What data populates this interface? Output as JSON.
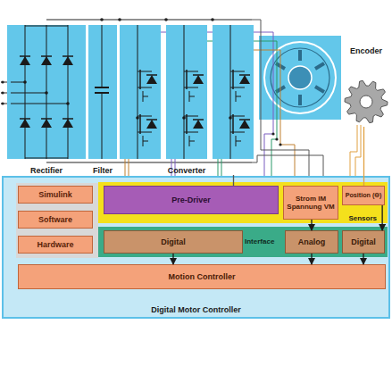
{
  "diagram": {
    "nodes": [
      {
        "text": [
          "Rectifier"
        ]
      },
      {
        "text": [
          "Filter"
        ]
      },
      {
        "text": [
          "Converter"
        ]
      },
      {
        "text": [
          "Encoder"
        ]
      },
      {
        "text": [
          "Digital Motor Controller"
        ]
      },
      {
        "text": [
          "Simulink"
        ],
        "in": 4
      },
      {
        "text": [
          "Software"
        ],
        "in": 4
      },
      {
        "text": [
          "Hardware"
        ],
        "in": 4
      },
      {
        "text": [
          "Sensors"
        ],
        "in": 4
      },
      {
        "text": [
          "Pre-Driver"
        ],
        "in": 8
      },
      {
        "text": [
          "Strom IM",
          "Spannung VM"
        ],
        "in": 8
      },
      {
        "text": [
          "Position (Θ)"
        ],
        "in": 8
      },
      {
        "text": [
          "Interface"
        ],
        "in": 4
      },
      {
        "text": [
          "Digital"
        ],
        "in": 12
      },
      {
        "text": [
          "Analog"
        ],
        "in": 12
      },
      {
        "text": [
          "Digital"
        ],
        "in": 12
      },
      {
        "text": [
          "Motion Controller"
        ],
        "in": 4
      }
    ],
    "edges": [
      {
        "from": 2,
        "to": 9,
        "arrow": "none"
      },
      {
        "from": 3,
        "to": 11,
        "arrow": "none"
      },
      {
        "from": 10,
        "to": 14,
        "arrow": "to"
      },
      {
        "from": 11,
        "to": 15,
        "arrow": "to"
      },
      {
        "from": 13,
        "to": 16,
        "arrow": "to"
      },
      {
        "from": 14,
        "to": 16,
        "arrow": "to"
      },
      {
        "from": 15,
        "to": 16,
        "arrow": "to"
      }
    ]
  }
}
